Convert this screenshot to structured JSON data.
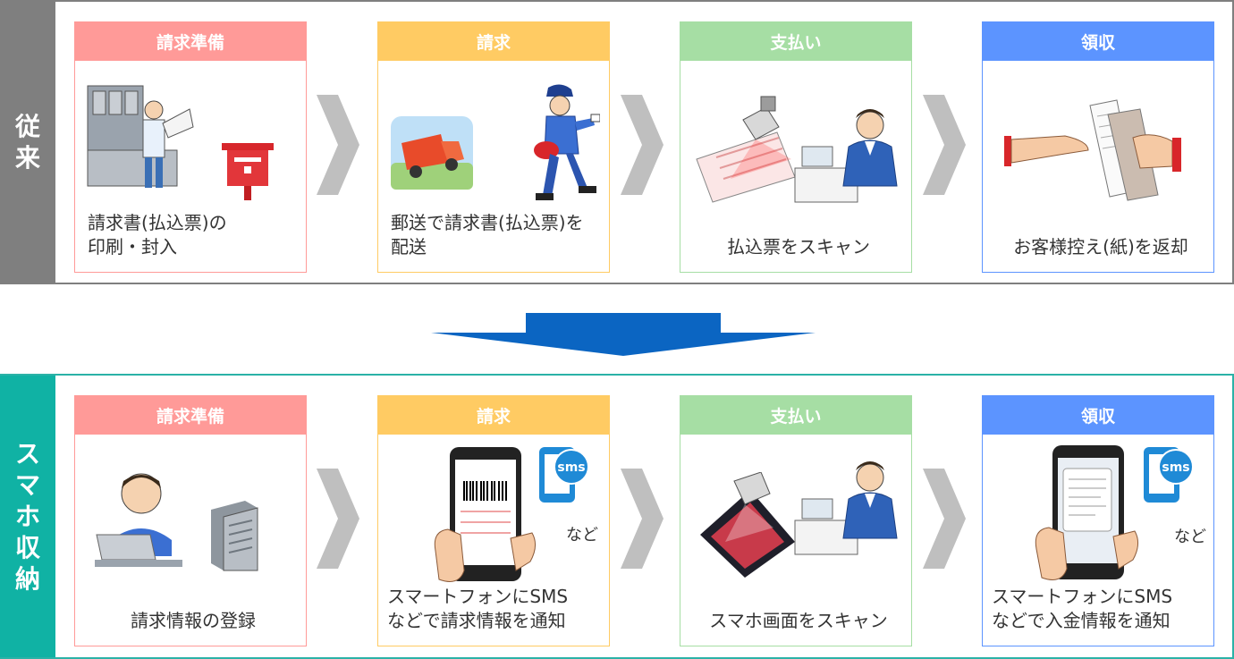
{
  "conventional": {
    "label_chars": [
      "従",
      "来"
    ],
    "steps": [
      {
        "header": "請求準備",
        "text": "請求書(払込票)の\n印刷・封入"
      },
      {
        "header": "請求",
        "text": "郵送で請求書(払込票)を\n配送"
      },
      {
        "header": "支払い",
        "text": "払込票をスキャン"
      },
      {
        "header": "領収",
        "text": "お客様控え(紙)を返却"
      }
    ]
  },
  "smartphone": {
    "label_chars": [
      "ス",
      "マ",
      "ホ",
      "収",
      "納"
    ],
    "steps": [
      {
        "header": "請求準備",
        "text": "請求情報の登録"
      },
      {
        "header": "請求",
        "text": "スマートフォンにSMS\nなどで請求情報を通知",
        "note": "など",
        "badge": "sms"
      },
      {
        "header": "支払い",
        "text": "スマホ画面をスキャン"
      },
      {
        "header": "領収",
        "text": "スマートフォンにSMS\nなどで入金情報を通知",
        "note": "など",
        "badge": "sms"
      }
    ]
  },
  "colors": {
    "prepare": "#ff9a98",
    "bill": "#ffcb63",
    "pay": "#a6dea4",
    "receipt": "#5c94ff",
    "conventional_side": "#7f7f7f",
    "smartphone_side": "#10b2a4",
    "transition_arrow": "#0b65c2"
  },
  "icons": {
    "conventional": [
      "mail-enclosing-machine-icon",
      "postbox-icon",
      "delivery-truck-icon",
      "postman-icon",
      "barcode-scanner-icon",
      "cashier-icon",
      "hand-receipt-icon"
    ],
    "smartphone": [
      "office-worker-pc-icon",
      "server-icon",
      "smartphone-barcode-icon",
      "sms-bubble-icon",
      "phone-scanner-icon",
      "cashier-icon",
      "smartphone-message-icon",
      "sms-bubble-icon"
    ]
  }
}
